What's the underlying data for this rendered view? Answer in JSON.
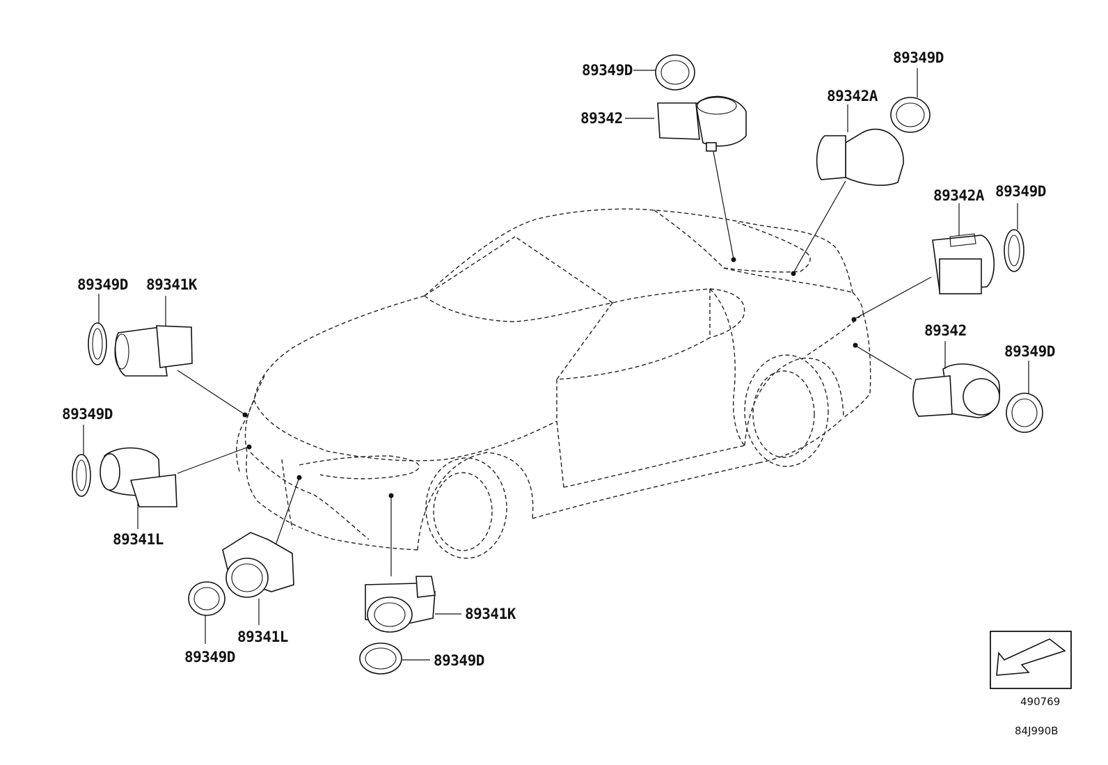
{
  "labels": {
    "top_ring": "89349D",
    "top_sensor": "89342",
    "top_right_ring": "89349D",
    "top_right_sensor": "89342A",
    "right_sensor_a": "89342A",
    "right_ring_a": "89349D",
    "right_sensor": "89342",
    "right_ring": "89349D",
    "left_ring_upper": "89349D",
    "left_sensor_k": "89341K",
    "left_ring_lower": "89349D",
    "left_sensor_l": "89341L",
    "front_sensor_l": "89341L",
    "front_ring_l": "89349D",
    "front_sensor_k": "89341K",
    "front_ring_k": "89349D"
  },
  "view_code": "490769",
  "figure_code": "84J990B",
  "icons": {
    "view_direction": "arrow-down-left-icon"
  }
}
